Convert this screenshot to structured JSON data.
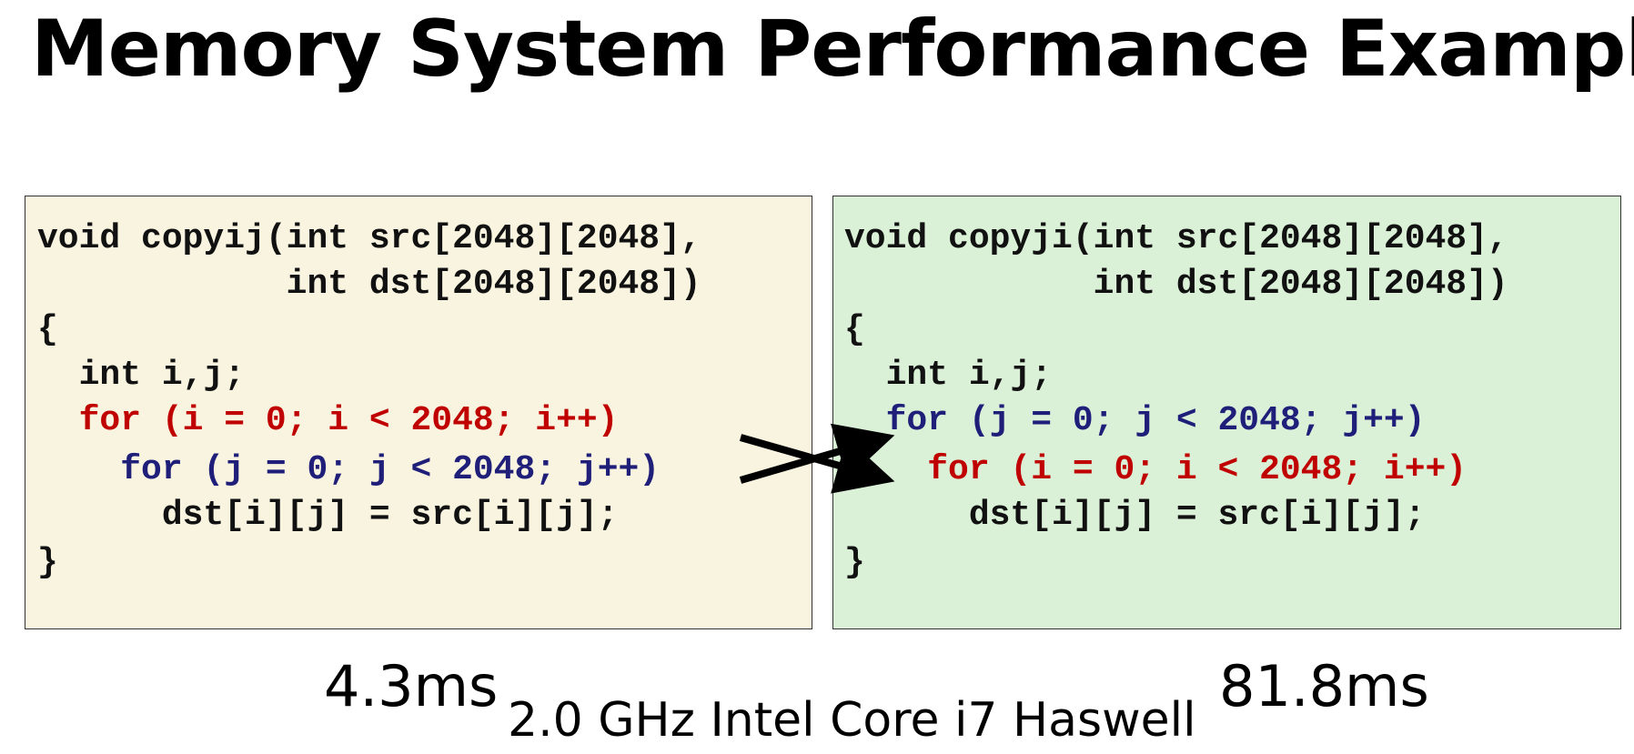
{
  "title": "Memory System Performance Example",
  "left_code": {
    "lines": [
      {
        "text": "void copyij(int src[2048][2048],",
        "color": "black"
      },
      {
        "text": "            int dst[2048][2048])",
        "color": "black"
      },
      {
        "text": "{",
        "color": "black"
      },
      {
        "text": "  int i,j;",
        "color": "black"
      },
      {
        "text": "  for (i = 0; i < 2048; i++)",
        "color": "red"
      },
      {
        "text": "    for (j = 0; j < 2048; j++)",
        "color": "blue"
      },
      {
        "text": "      dst[i][j] = src[i][j];",
        "color": "black"
      },
      {
        "text": "}",
        "color": "black"
      }
    ],
    "timing": "4.3ms",
    "background": "#f8f4df"
  },
  "right_code": {
    "lines": [
      {
        "text": "void copyji(int src[2048][2048],",
        "color": "black"
      },
      {
        "text": "            int dst[2048][2048])",
        "color": "black"
      },
      {
        "text": "{",
        "color": "black"
      },
      {
        "text": "  int i,j;",
        "color": "black"
      },
      {
        "text": "  for (j = 0; j < 2048; j++)",
        "color": "blue"
      },
      {
        "text": "    for (i = 0; i < 2048; i++)",
        "color": "red"
      },
      {
        "text": "      dst[i][j] = src[i][j];",
        "color": "black"
      },
      {
        "text": "}",
        "color": "black"
      }
    ],
    "timing": "81.8ms",
    "background": "#daf1d8"
  },
  "subtitle": "2.0 GHz Intel Core i7 Haswell",
  "colors": {
    "red": "#c00000",
    "blue": "#1f1f7a"
  }
}
